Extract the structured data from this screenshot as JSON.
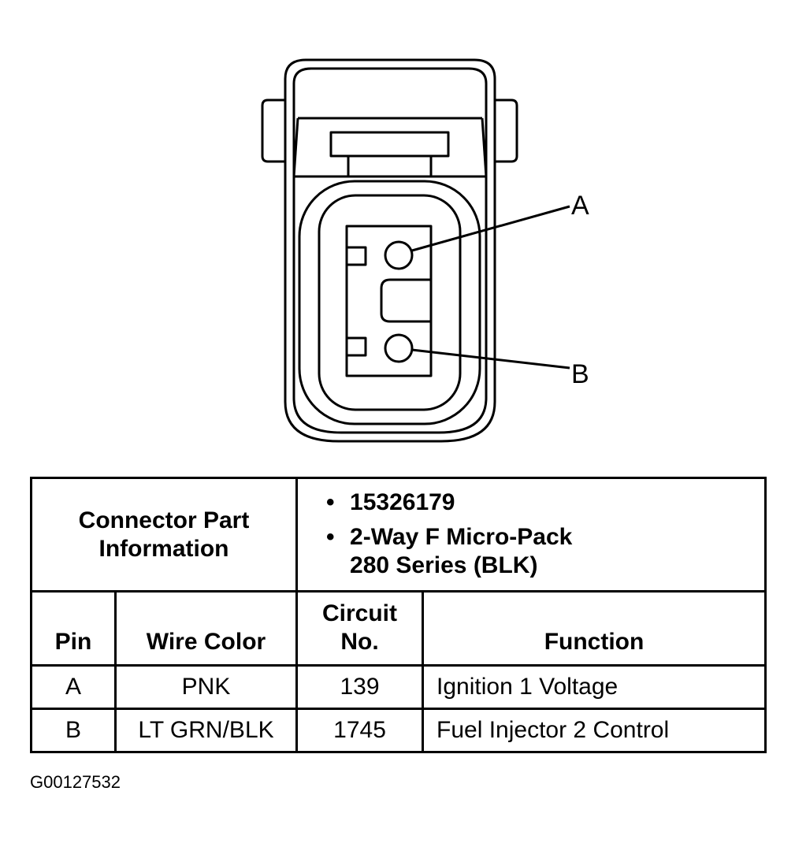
{
  "connector": {
    "pin_a_label": "A",
    "pin_b_label": "B"
  },
  "table": {
    "part_info_label": "Connector Part Information",
    "part_items": [
      "15326179",
      "2-Way F Micro-Pack 280 Series (BLK)"
    ],
    "columns": {
      "pin": "Pin",
      "wire_color": "Wire Color",
      "circuit_no": "Circuit No.",
      "function": "Function"
    },
    "rows": [
      {
        "pin": "A",
        "wire_color": "PNK",
        "circuit_no": "139",
        "function": "Ignition 1 Voltage"
      },
      {
        "pin": "B",
        "wire_color": "LT GRN/BLK",
        "circuit_no": "1745",
        "function": "Fuel Injector 2 Control"
      }
    ]
  },
  "figure_id": "G00127532"
}
